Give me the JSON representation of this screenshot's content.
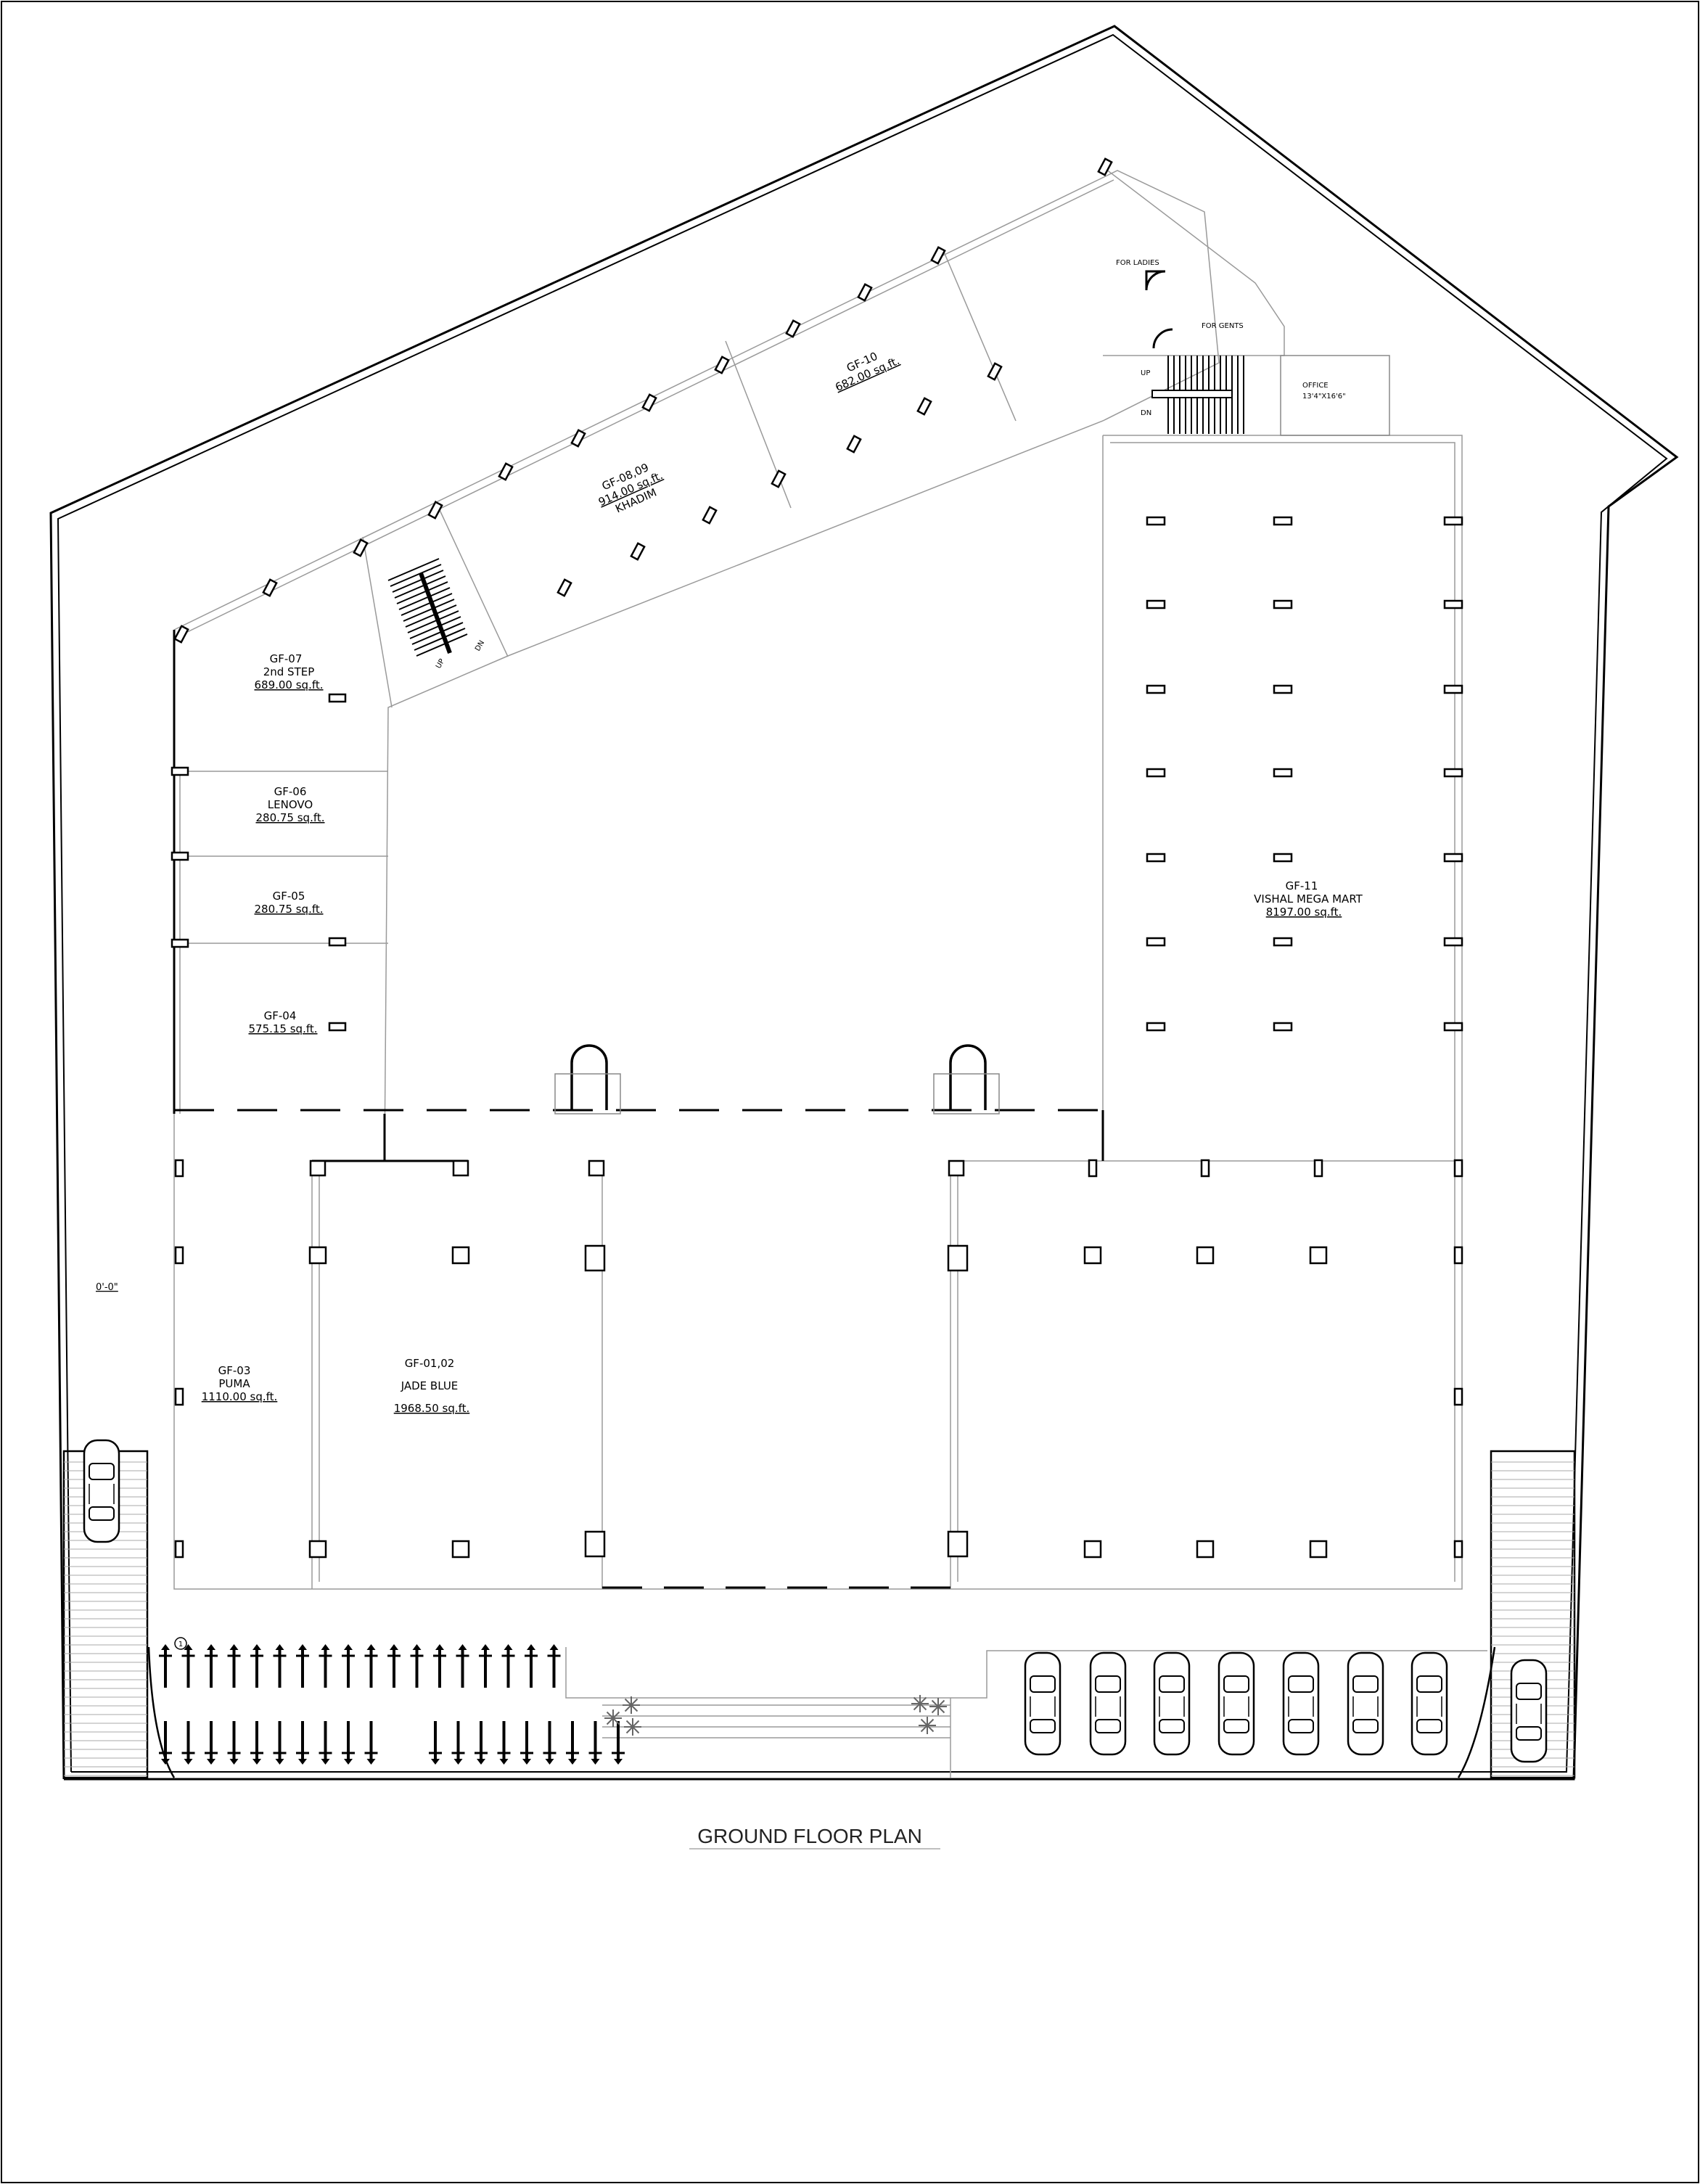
{
  "title": "GROUND FLOOR PLAN",
  "level_mark": "0'-0\"",
  "units": [
    {
      "id": "gf-07",
      "lines": [
        "GF-07",
        "2nd STEP"
      ],
      "area": "689.00 sq.ft."
    },
    {
      "id": "gf-06",
      "lines": [
        "GF-06",
        "LENOVO"
      ],
      "area": "280.75 sq.ft."
    },
    {
      "id": "gf-05",
      "lines": [
        "GF-05"
      ],
      "area": "280.75 sq.ft."
    },
    {
      "id": "gf-04",
      "lines": [
        "GF-04"
      ],
      "area": "575.15 sq.ft."
    },
    {
      "id": "gf-03",
      "lines": [
        "GF-03",
        "PUMA"
      ],
      "area": "1110.00 sq.ft."
    },
    {
      "id": "gf-01-02",
      "lines": [
        "GF-01,02",
        "JADE BLUE"
      ],
      "area": "1968.50 sq.ft."
    },
    {
      "id": "gf-11",
      "lines": [
        "GF-11",
        "VISHAL MEGA MART"
      ],
      "area": "8197.00 sq.ft."
    },
    {
      "id": "gf-08-09",
      "lines": [
        "GF-08,09"
      ],
      "area": "914.00 sq.ft.",
      "tenant": "KHADIM"
    },
    {
      "id": "gf-10",
      "lines": [
        "GF-10"
      ],
      "area": "682.00 sq.ft."
    }
  ],
  "rooms": {
    "ladies": "FOR LADIES",
    "gents": "FOR GENTS",
    "office": "OFFICE",
    "office_size": "13'4\"X16'6\""
  },
  "stairs": {
    "up": "UP",
    "dn": "DN"
  },
  "callout": "1"
}
